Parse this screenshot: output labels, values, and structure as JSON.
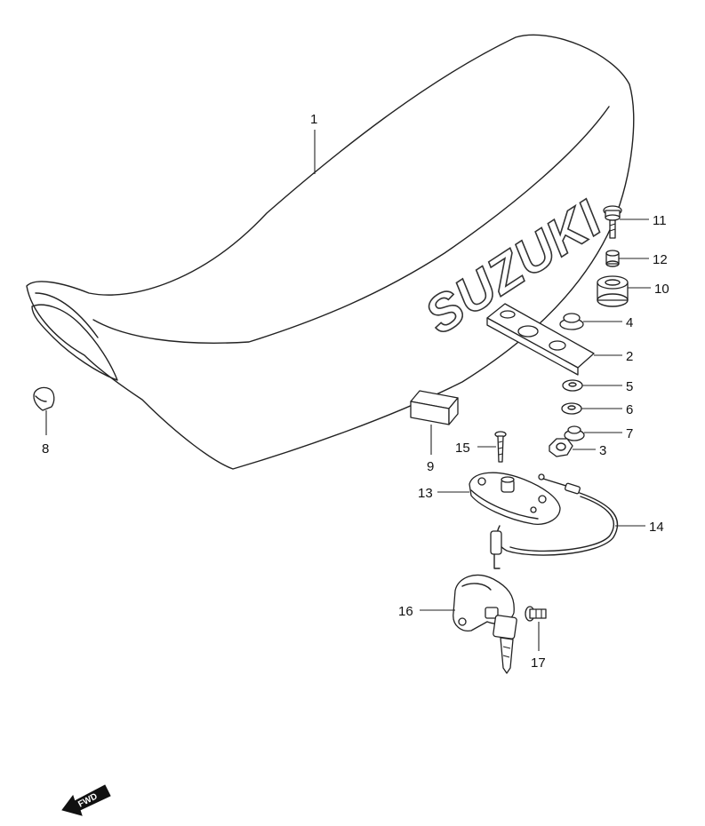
{
  "brand_text": "SUZUKI",
  "fwd_label": "FWD",
  "callouts": {
    "p1": "1",
    "p2": "2",
    "p3": "3",
    "p4": "4",
    "p5": "5",
    "p6": "6",
    "p7": "7",
    "p8": "8",
    "p9": "9",
    "p10": "10",
    "p11": "11",
    "p12": "12",
    "p13": "13",
    "p14": "14",
    "p15": "15",
    "p16": "16",
    "p17": "17"
  }
}
